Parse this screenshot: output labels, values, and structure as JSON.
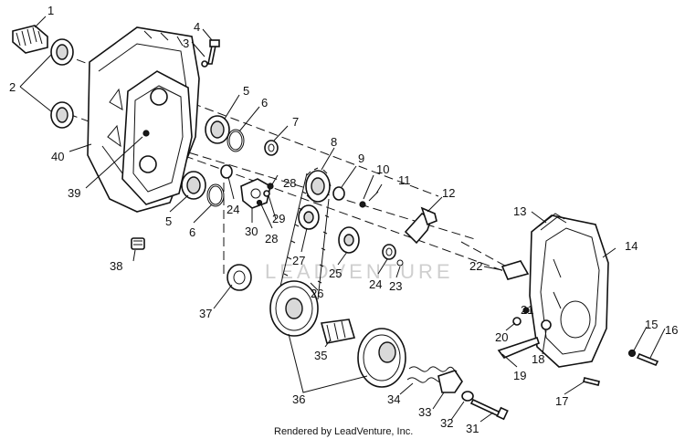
{
  "watermark": "LEADVENTURE",
  "credit": "Rendered by LeadVenture, Inc.",
  "callouts": {
    "c1": "1",
    "c2": "2",
    "c3": "3",
    "c4": "4",
    "c5a": "5",
    "c5b": "5",
    "c6a": "6",
    "c6b": "6",
    "c7": "7",
    "c8": "8",
    "c9": "9",
    "c10": "10",
    "c11": "11",
    "c12": "12",
    "c13": "13",
    "c14": "14",
    "c15": "15",
    "c16": "16",
    "c17": "17",
    "c18": "18",
    "c19": "19",
    "c20": "20",
    "c21": "21",
    "c22": "22",
    "c23": "23",
    "c24a": "24",
    "c24b": "24",
    "c25": "25",
    "c26": "26",
    "c27": "27",
    "c28a": "28",
    "c28b": "28",
    "c29": "29",
    "c30": "30",
    "c31": "31",
    "c32": "32",
    "c33": "33",
    "c34": "34",
    "c35": "35",
    "c36": "36",
    "c37": "37",
    "c38": "38",
    "c39": "39",
    "c40": "40"
  }
}
